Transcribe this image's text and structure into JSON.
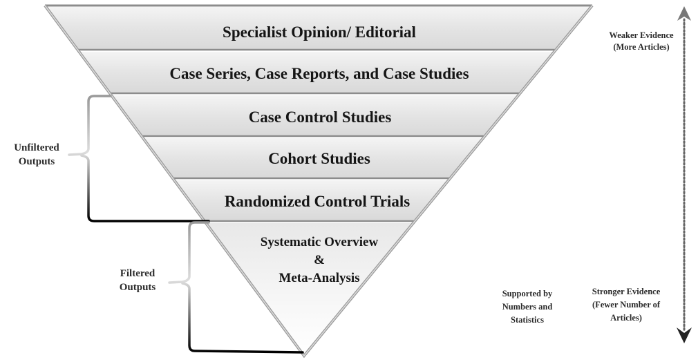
{
  "title": "Hierarchy of Evidence",
  "levels": [
    {
      "label": "Specialist Opinion/ Editorial"
    },
    {
      "label": "Case Series, Case Reports, and Case Studies"
    },
    {
      "label": "Case Control Studies"
    },
    {
      "label": "Cohort Studies"
    },
    {
      "label": "Randomized Control Trials"
    },
    {
      "lines": [
        "Systematic Overview",
        "&",
        "Meta-Analysis"
      ]
    }
  ],
  "brackets": {
    "unfiltered": [
      "Unfiltered",
      "Outputs"
    ],
    "filtered": [
      "Filtered",
      "Outputs"
    ]
  },
  "annotations": {
    "weaker": [
      "Weaker Evidence",
      "(More Articles)"
    ],
    "stronger": [
      "Stronger Evidence",
      "(Fewer Number of",
      "Articles)"
    ],
    "supported": [
      "Supported by",
      "Numbers and",
      "Statistics"
    ]
  },
  "icons": {
    "evidence_axis": "dotted-double-arrow-icon"
  },
  "colors": {
    "band_fill": "#e6e6e6",
    "band_border": "#9a9a9a",
    "text": "#151515",
    "bracket": "#111111"
  }
}
